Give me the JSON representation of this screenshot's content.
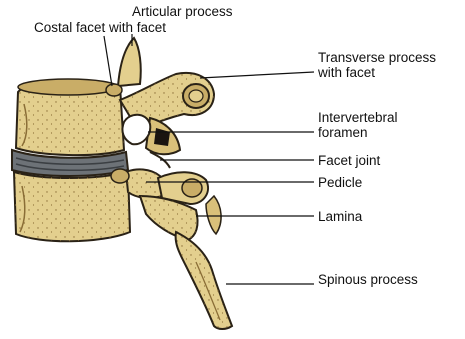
{
  "labels": {
    "articular_process": "Articular process",
    "costal_facet": "Costal facet with facet",
    "transverse_process_line1": "Transverse process",
    "transverse_process_line2": "with facet",
    "intervertebral_line1": "Intervertebral",
    "intervertebral_line2": "foramen",
    "facet_joint": "Facet joint",
    "pedicle": "Pedicle",
    "lamina": "Lamina",
    "spinous_process": "Spinous process"
  },
  "colors": {
    "bone_fill": "#e3cf8e",
    "bone_shade": "#b89a55",
    "bone_outline": "#2a2216",
    "disc": "#6d7277",
    "leader_line": "#111111",
    "dark_hollow": "#1a1410"
  }
}
